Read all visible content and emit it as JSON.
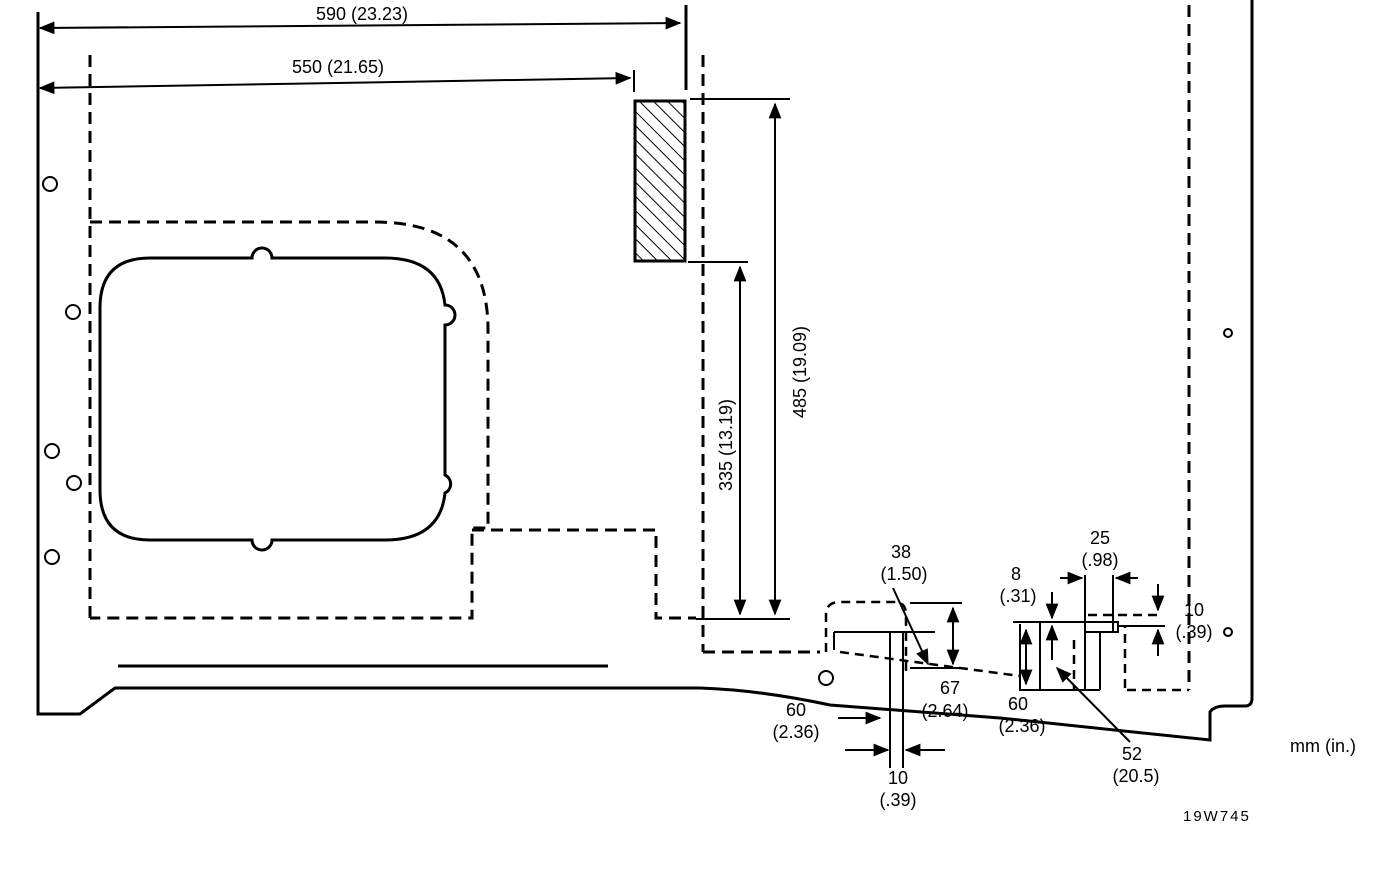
{
  "drawing_code": "19W745",
  "units_note": "mm (in.)",
  "dimensions": {
    "overall_width": "590 (23.23)",
    "inner_width": "550 (21.65)",
    "height_total": "485 (19.09)",
    "height_lower": "335 (13.19)",
    "detail_a_38_mm": "38",
    "detail_a_38_in": "(1.50)",
    "detail_a_67_mm": "67",
    "detail_a_67_in": "(2.64)",
    "detail_a_60_mm": "60",
    "detail_a_60_in": "(2.36)",
    "detail_a_10_mm": "10",
    "detail_a_10_in": "(.39)",
    "detail_b_25_mm": "25",
    "detail_b_25_in": "(.98)",
    "detail_b_8_mm": "8",
    "detail_b_8_in": "(.31)",
    "detail_b_10_mm": "10",
    "detail_b_10_in": "(.39)",
    "detail_b_60_mm": "60",
    "detail_b_60_in": "(2.36)",
    "detail_b_52_mm": "52",
    "detail_b_52_in": "(20.5)"
  }
}
